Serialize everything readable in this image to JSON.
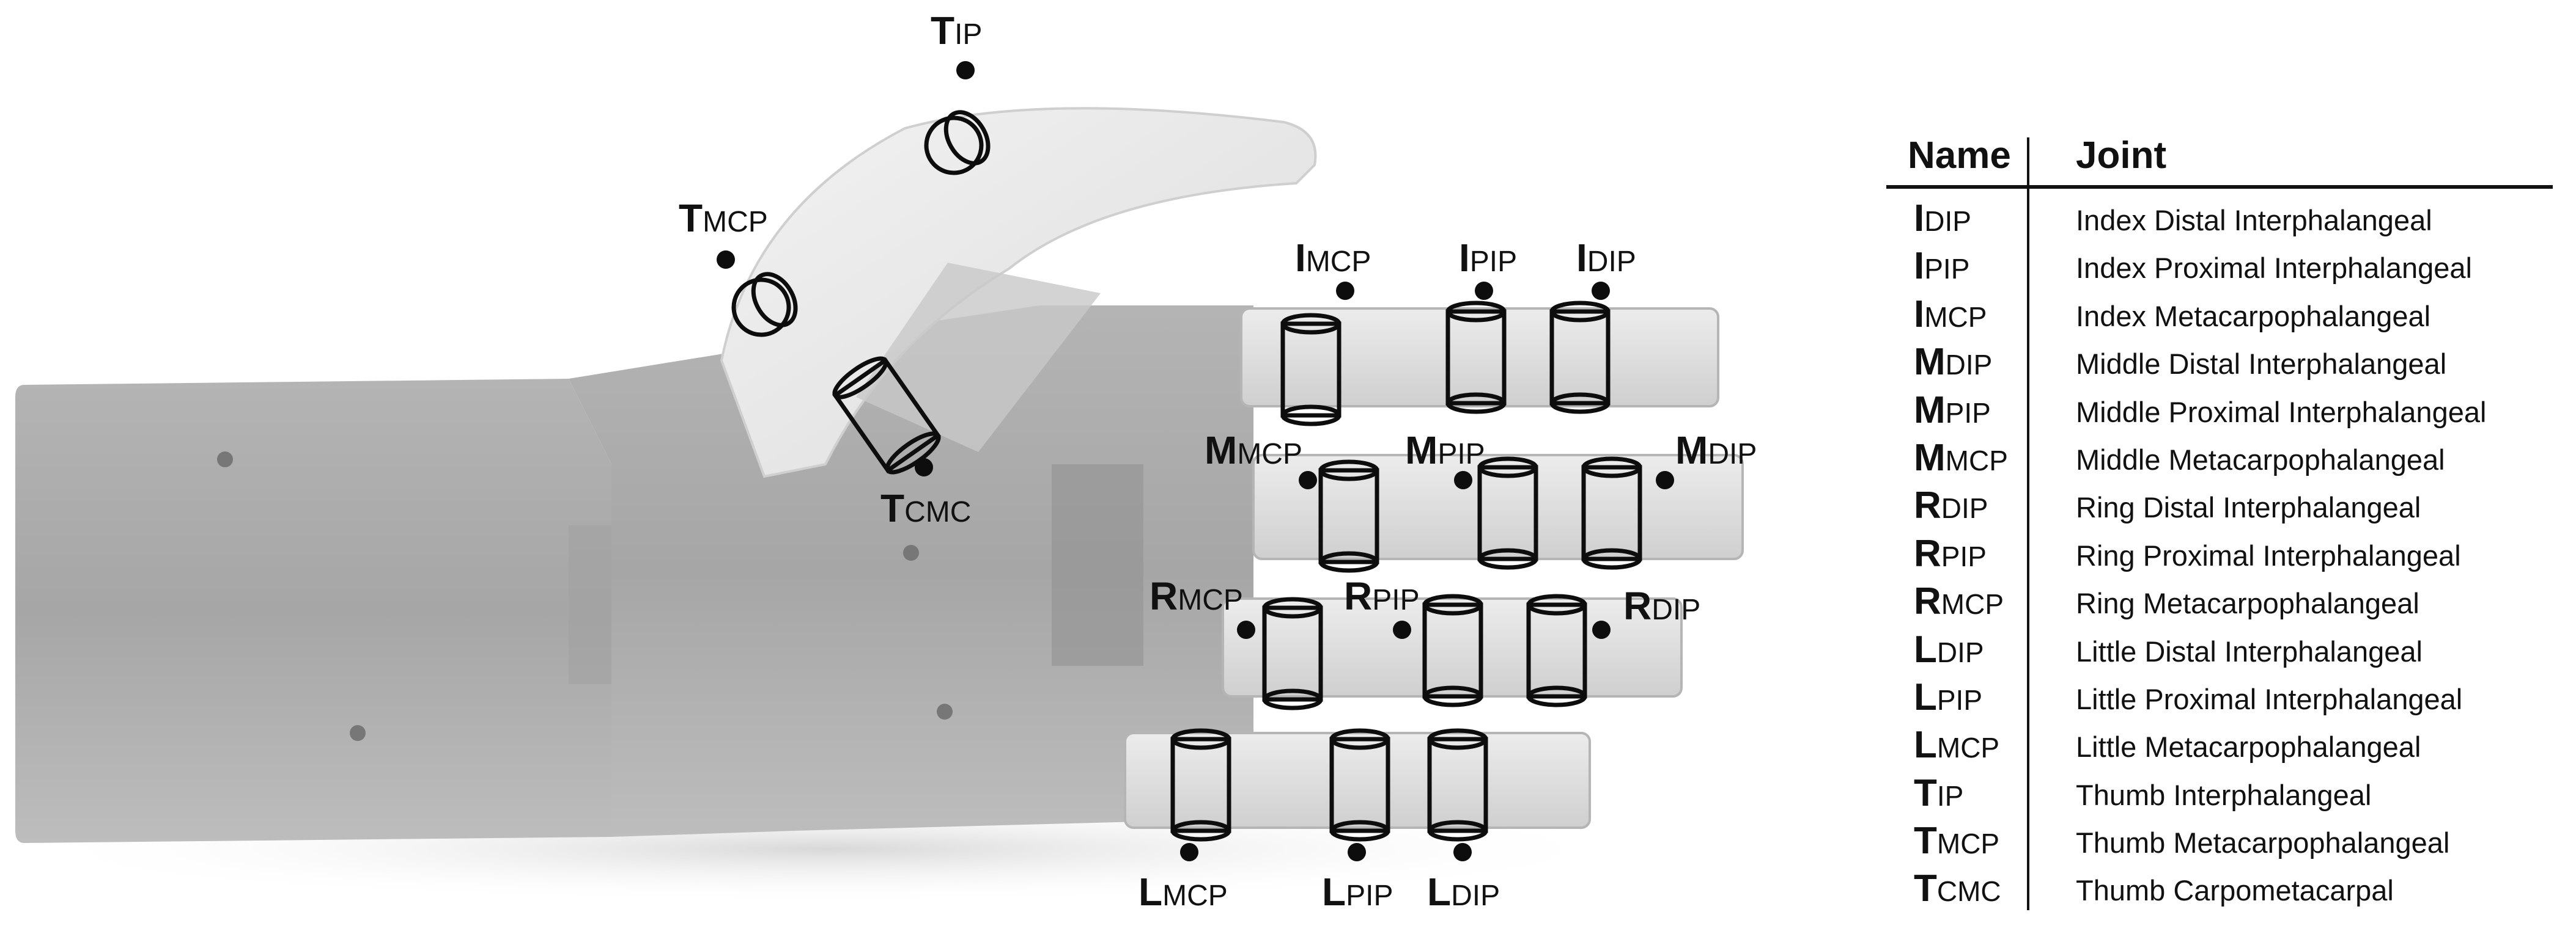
{
  "table": {
    "headers": {
      "name": "Name",
      "joint": "Joint"
    },
    "rows": [
      {
        "letter": "I",
        "sub": "DIP",
        "joint": "Index Distal Interphalangeal"
      },
      {
        "letter": "I",
        "sub": "PIP",
        "joint": "Index Proximal Interphalangeal"
      },
      {
        "letter": "I",
        "sub": "MCP",
        "joint": "Index Metacarpophalangeal"
      },
      {
        "letter": "M",
        "sub": "DIP",
        "joint": "Middle Distal Interphalangeal"
      },
      {
        "letter": "M",
        "sub": "PIP",
        "joint": "Middle Proximal Interphalangeal"
      },
      {
        "letter": "M",
        "sub": "MCP",
        "joint": "Middle Metacarpophalangeal"
      },
      {
        "letter": "R",
        "sub": "DIP",
        "joint": "Ring Distal Interphalangeal"
      },
      {
        "letter": "R",
        "sub": "PIP",
        "joint": "Ring Proximal Interphalangeal"
      },
      {
        "letter": "R",
        "sub": "MCP",
        "joint": "Ring Metacarpophalangeal"
      },
      {
        "letter": "L",
        "sub": "DIP",
        "joint": "Little Distal Interphalangeal"
      },
      {
        "letter": "L",
        "sub": "PIP",
        "joint": "Little Proximal Interphalangeal"
      },
      {
        "letter": "L",
        "sub": "MCP",
        "joint": "Little Metacarpophalangeal"
      },
      {
        "letter": "T",
        "sub": "IP",
        "joint": "Thumb Interphalangeal"
      },
      {
        "letter": "T",
        "sub": "MCP",
        "joint": "Thumb Metacarpophalangeal"
      },
      {
        "letter": "T",
        "sub": "CMC",
        "joint": "Thumb Carpometacarpal"
      }
    ]
  },
  "diagram_labels": [
    {
      "id": "t-ip",
      "letter": "T",
      "sub": "IP"
    },
    {
      "id": "t-mcp",
      "letter": "T",
      "sub": "MCP"
    },
    {
      "id": "t-cmc",
      "letter": "T",
      "sub": "CMC"
    },
    {
      "id": "i-mcp",
      "letter": "I",
      "sub": "MCP"
    },
    {
      "id": "i-pip",
      "letter": "I",
      "sub": "PIP"
    },
    {
      "id": "i-dip",
      "letter": "I",
      "sub": "DIP"
    },
    {
      "id": "m-mcp",
      "letter": "M",
      "sub": "MCP"
    },
    {
      "id": "m-pip",
      "letter": "M",
      "sub": "PIP"
    },
    {
      "id": "m-dip",
      "letter": "M",
      "sub": "DIP"
    },
    {
      "id": "r-mcp",
      "letter": "R",
      "sub": "MCP"
    },
    {
      "id": "r-pip",
      "letter": "R",
      "sub": "PIP"
    },
    {
      "id": "r-dip",
      "letter": "R",
      "sub": "DIP"
    },
    {
      "id": "l-mcp",
      "letter": "L",
      "sub": "MCP"
    },
    {
      "id": "l-pip",
      "letter": "L",
      "sub": "PIP"
    },
    {
      "id": "l-dip",
      "letter": "L",
      "sub": "DIP"
    }
  ],
  "colors": {
    "hand_body": "#a9a9a9",
    "finger": "#d9d9d9",
    "thumb": "#e6e6e6",
    "ink": "#111111"
  }
}
